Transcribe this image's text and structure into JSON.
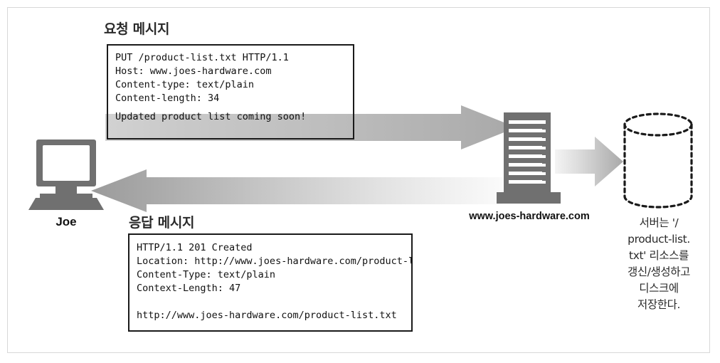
{
  "diagram": {
    "request_heading": "요청 메시지",
    "response_heading": "응답 메시지",
    "client_label": "Joe",
    "server_label": "www.joes-hardware.com",
    "storage_caption": "서버는 '/ product-list. txt' 리소스를 갱신/생성하고 디스크에 저장한다.",
    "storage_caption_lines": [
      "서버는 '/",
      "product-list.",
      "txt' 리소스를",
      "갱신/생성하고",
      "디스크에",
      "저장한다."
    ]
  },
  "request_message": {
    "headers": [
      "PUT /product-list.txt HTTP/1.1",
      "Host: www.joes-hardware.com",
      "Content-type: text/plain",
      "Content-length: 34"
    ],
    "body": [
      "Updated product list coming soon!"
    ]
  },
  "response_message": {
    "lines": [
      "HTTP/1.1 201 Created",
      "Location: http://www.joes-hardware.com/product-list.txt",
      "Content-Type: text/plain",
      "Context-Length: 47",
      "",
      "http://www.joes-hardware.com/product-list.txt"
    ]
  },
  "colors": {
    "arrow_dark": "#9a9a9a",
    "arrow_light": "#f2f2f2",
    "icon_gray": "#707070",
    "border": "#1a1a1a",
    "frame_border": "#d8d8d8",
    "body_highlight": "#d9d9d9"
  }
}
